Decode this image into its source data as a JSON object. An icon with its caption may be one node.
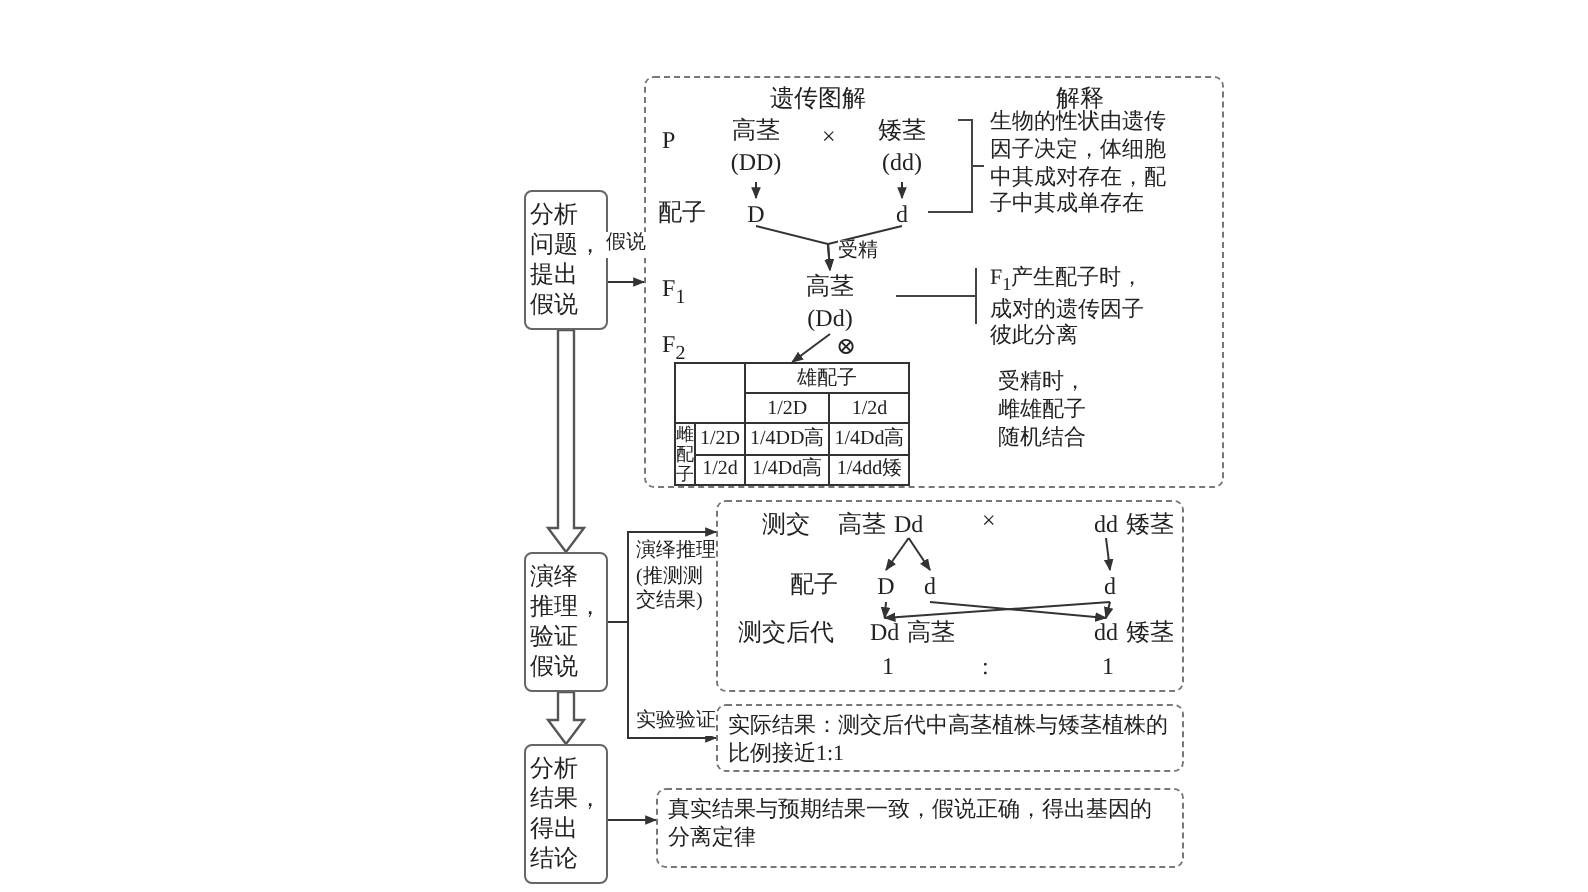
{
  "diagram": {
    "nodes": [
      {
        "text": [
          "分析问题，提出假说"
        ]
      },
      {
        "text": [],
        "shape": "box"
      },
      {
        "text": [
          "高茎",
          "(DD)"
        ],
        "in": 1
      },
      {
        "text": [
          "矮茎",
          "(dd)"
        ],
        "in": 1
      },
      {
        "text": [
          "D"
        ],
        "in": 1
      },
      {
        "text": [
          "d"
        ],
        "in": 1
      },
      {
        "text": [
          "高茎",
          "(Dd)"
        ],
        "in": 1
      },
      {
        "text": [
          "雄配子",
          "1/2D",
          "1/2d",
          "雌配子",
          "1/2D",
          "1/4DD高",
          "1/4Dd高",
          "1/2d",
          "1/4Dd高",
          "1/4dd矮"
        ],
        "in": 1
      },
      {
        "text": [
          "演绎推理，验证假说"
        ]
      },
      {
        "text": [],
        "shape": "box"
      },
      {
        "text": [
          "Dd"
        ],
        "beside": [
          "高茎"
        ],
        "in": 9
      },
      {
        "text": [
          "dd"
        ],
        "beside": [
          "矮茎"
        ],
        "in": 9
      },
      {
        "text": [
          "D"
        ],
        "in": 9
      },
      {
        "text": [
          "d"
        ],
        "in": 9
      },
      {
        "text": [
          "d"
        ],
        "in": 9
      },
      {
        "text": [
          "Dd"
        ],
        "beside": [
          "高茎"
        ],
        "in": 9
      },
      {
        "text": [
          "dd"
        ],
        "beside": [
          "矮茎"
        ],
        "in": 9
      },
      {
        "text": [
          "实际结果：测交后代中高茎植株与矮茎植株的比例接近1:1"
        ]
      },
      {
        "text": [
          "分析结果，得出结论"
        ]
      },
      {
        "text": [
          "真实结果与预期结果一致，假说正确，得出基因的分离定律"
        ]
      }
    ],
    "edges": [
      {
        "from": 0,
        "to": 1,
        "arrow": "to",
        "label": "假说"
      },
      {
        "from": 2,
        "to": 4,
        "arrow": "to"
      },
      {
        "from": 3,
        "to": 5,
        "arrow": "to"
      },
      {
        "from": 4,
        "to": 6,
        "arrow": "to",
        "label": "受精"
      },
      {
        "from": 5,
        "to": 6,
        "arrow": "to"
      },
      {
        "from": 6,
        "to": 7,
        "arrow": "to",
        "label": "⊗"
      },
      {
        "from": 0,
        "to": 8,
        "arrow": "to",
        "style": "thick"
      },
      {
        "from": 8,
        "to": 9,
        "arrow": "to",
        "label": "演绎推理(推测测交结果)"
      },
      {
        "from": 8,
        "to": 17,
        "arrow": "to",
        "label": "实验验证"
      },
      {
        "from": 10,
        "to": 12,
        "arrow": "to"
      },
      {
        "from": 10,
        "to": 13,
        "arrow": "to"
      },
      {
        "from": 11,
        "to": 14,
        "arrow": "to"
      },
      {
        "from": 12,
        "to": 15,
        "arrow": "to"
      },
      {
        "from": 13,
        "to": 16,
        "arrow": "to"
      },
      {
        "from": 14,
        "to": 15,
        "arrow": "to"
      },
      {
        "from": 14,
        "to": 16,
        "arrow": "to"
      },
      {
        "from": 8,
        "to": 18,
        "arrow": "to",
        "style": "thick"
      },
      {
        "from": 18,
        "to": 19,
        "arrow": "to"
      }
    ],
    "labels": [
      "遗传图解",
      "解释",
      "P",
      "×",
      "生物的性状由遗传因子决定，体细胞中其成对存在，配子中其成单存在",
      "配子",
      "F$_{1}$",
      "F$_{1}$产生配子时，成对的遗传因子彼此分离",
      "F$_{2}$",
      "受精时，雌雄配子随机结合",
      "测交",
      "×",
      "配子",
      "测交后代",
      "1",
      ":",
      "1"
    ]
  }
}
